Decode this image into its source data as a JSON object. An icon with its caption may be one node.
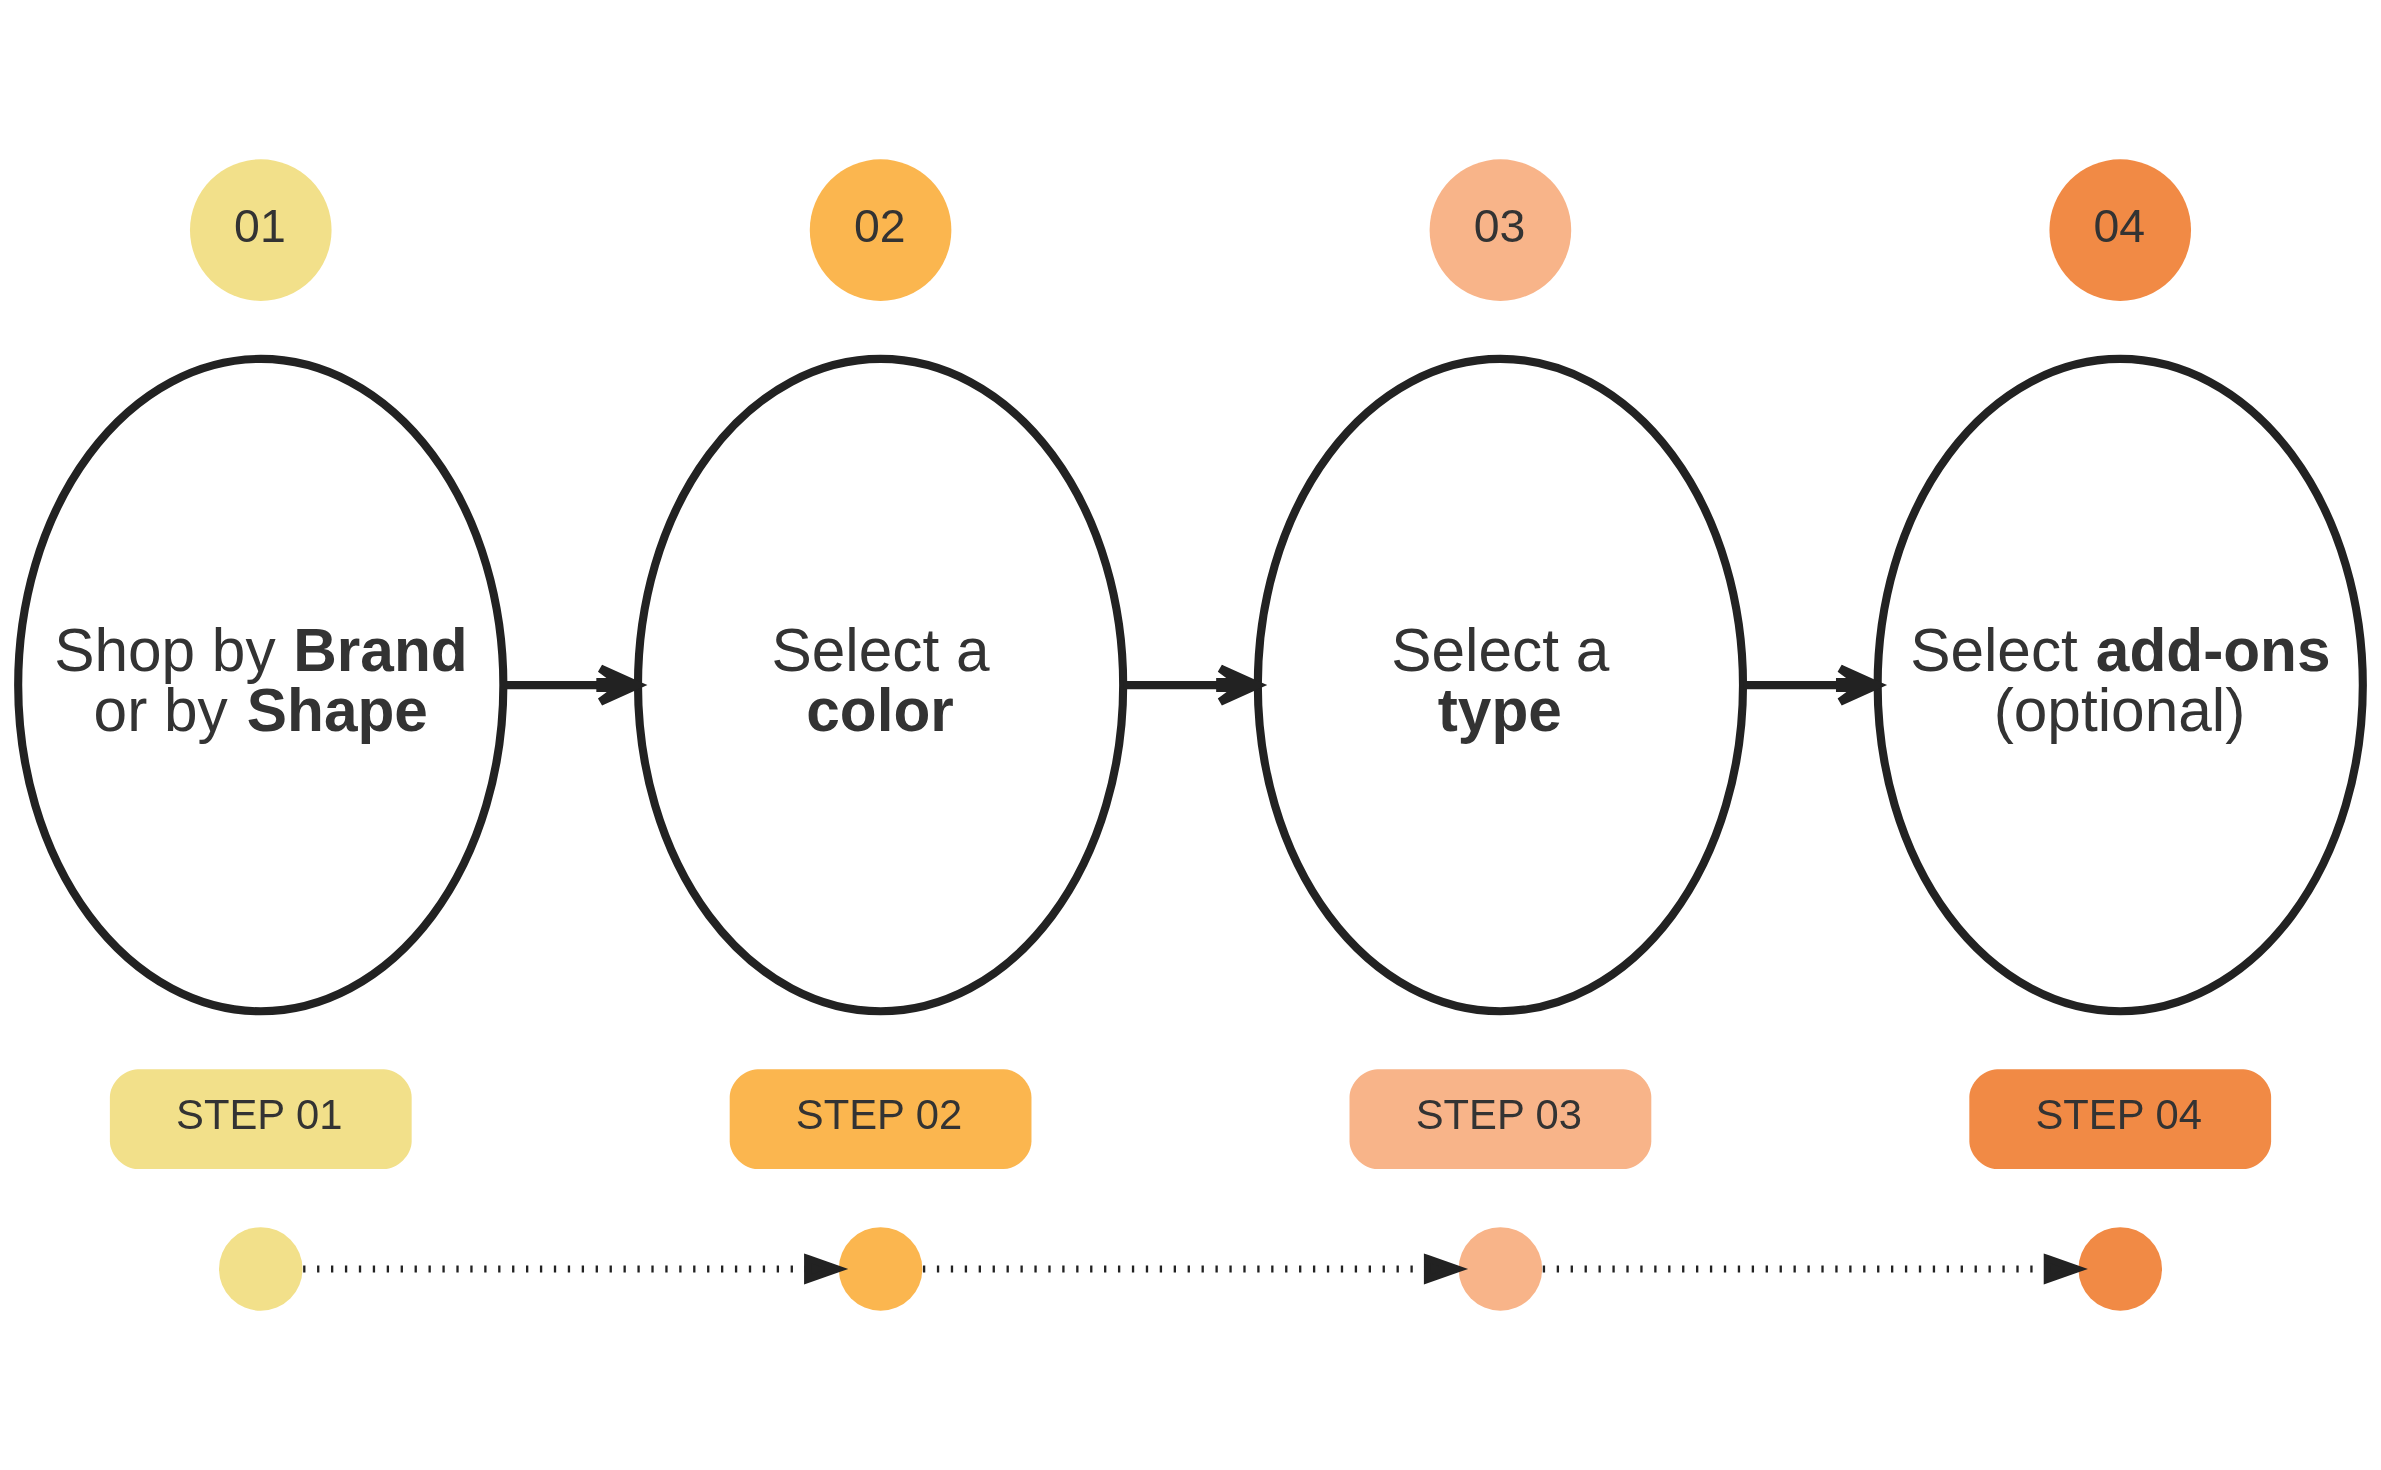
{
  "diagram": {
    "nodes": [
      {
        "text": [
          "01"
        ]
      },
      {
        "text": [
          "02"
        ]
      },
      {
        "text": [
          "03"
        ]
      },
      {
        "text": [
          "04"
        ]
      },
      {
        "text": [
          "Shop by **Brand** or by **Shape**"
        ]
      },
      {
        "text": [
          "Select a **color**"
        ]
      },
      {
        "text": [
          "Select a **type**"
        ]
      },
      {
        "text": [
          "Select **add-ons** (optional)"
        ]
      },
      {
        "text": [
          "STEP 01"
        ]
      },
      {
        "text": [
          "STEP 02"
        ]
      },
      {
        "text": [
          "STEP 03"
        ]
      },
      {
        "text": [
          "STEP 04"
        ]
      },
      {
        "text": [],
        "shape": "circle"
      },
      {
        "text": [],
        "shape": "circle"
      },
      {
        "text": [],
        "shape": "circle"
      },
      {
        "text": [],
        "shape": "circle"
      }
    ],
    "edges": [
      {
        "from": 4,
        "to": 5,
        "arrow": "to"
      },
      {
        "from": 5,
        "to": 6,
        "arrow": "to"
      },
      {
        "from": 6,
        "to": 7,
        "arrow": "to"
      },
      {
        "from": 12,
        "to": 13,
        "arrow": "to",
        "style": "dashed"
      },
      {
        "from": 13,
        "to": 14,
        "arrow": "to",
        "style": "dashed"
      },
      {
        "from": 14,
        "to": 15,
        "arrow": "to",
        "style": "dashed"
      }
    ]
  }
}
